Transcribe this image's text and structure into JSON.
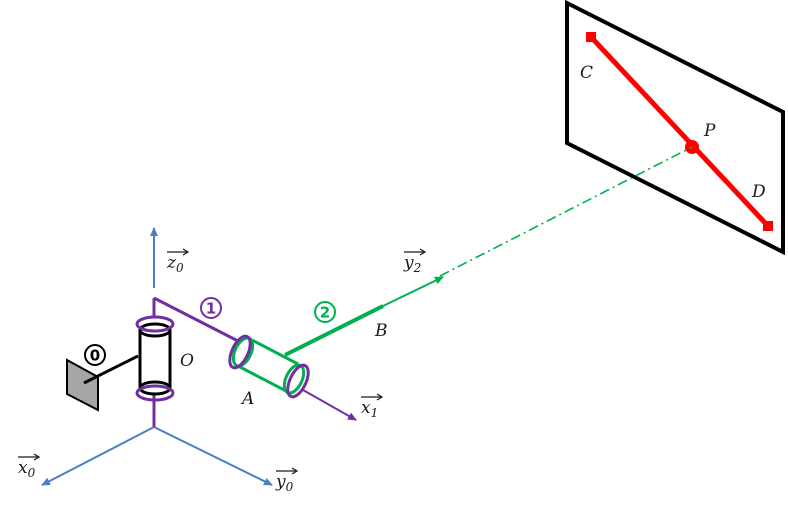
{
  "colors": {
    "frame0_axes": "#4a7fc1",
    "body1": "#7030a0",
    "body2": "#00b050",
    "target": "#ff0000",
    "ink": "#000000",
    "support": "#a6a6a6"
  },
  "axes": {
    "z0": {
      "base": "z",
      "sub": "0"
    },
    "x0": {
      "base": "x",
      "sub": "0"
    },
    "y0": {
      "base": "y",
      "sub": "0"
    },
    "x1": {
      "base": "x",
      "sub": "1"
    },
    "y2": {
      "base": "y",
      "sub": "2"
    }
  },
  "points": {
    "O": "O",
    "A": "A",
    "B": "B",
    "C": "C",
    "D": "D",
    "P": "P"
  },
  "bodies": {
    "b0": "0",
    "b1": "1",
    "b2": "2"
  }
}
